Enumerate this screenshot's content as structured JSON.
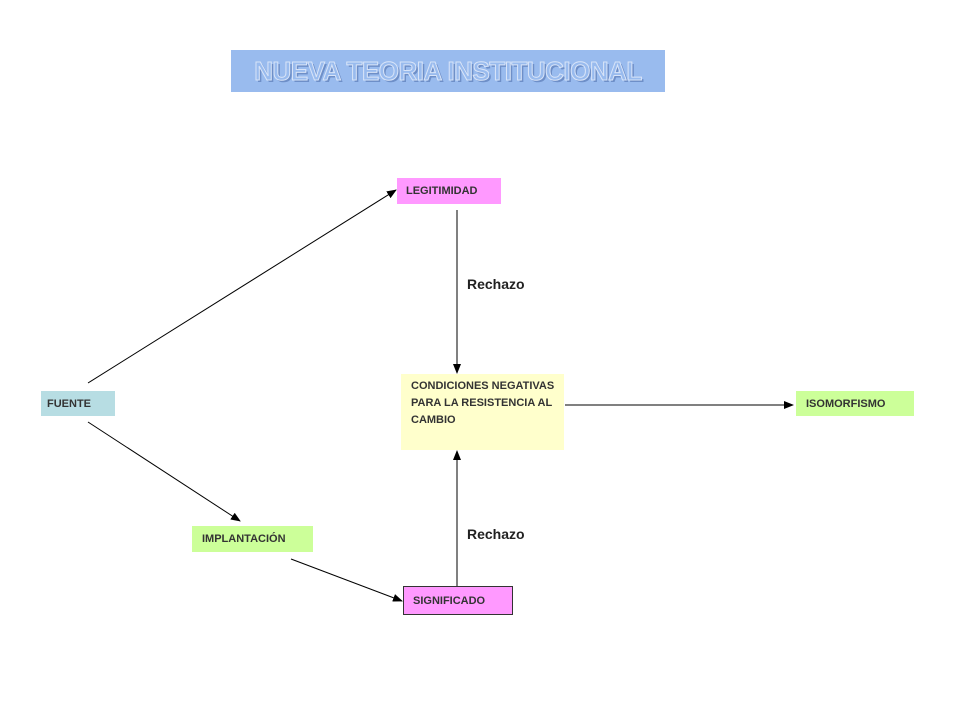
{
  "title": "NUEVA TEORIA INSTITUCIONAL",
  "nodes": {
    "fuente": "FUENTE",
    "legitimidad": "LEGITIMIDAD",
    "implantacion": "IMPLANTACIÓN",
    "significado": "SIGNIFICADO",
    "condiciones": "CONDICIONES NEGATIVAS PARA LA RESISTENCIA AL CAMBIO",
    "isomorfismo": "ISOMORFISMO"
  },
  "edge_labels": {
    "rechazo_top": "Rechazo",
    "rechazo_bottom": "Rechazo"
  },
  "colors": {
    "title_bg": "#99bbee",
    "pink": "#ff99ff",
    "green": "#ccff99",
    "teal": "#b7dde3",
    "yellow": "#ffffcc",
    "arrow": "#000000"
  }
}
